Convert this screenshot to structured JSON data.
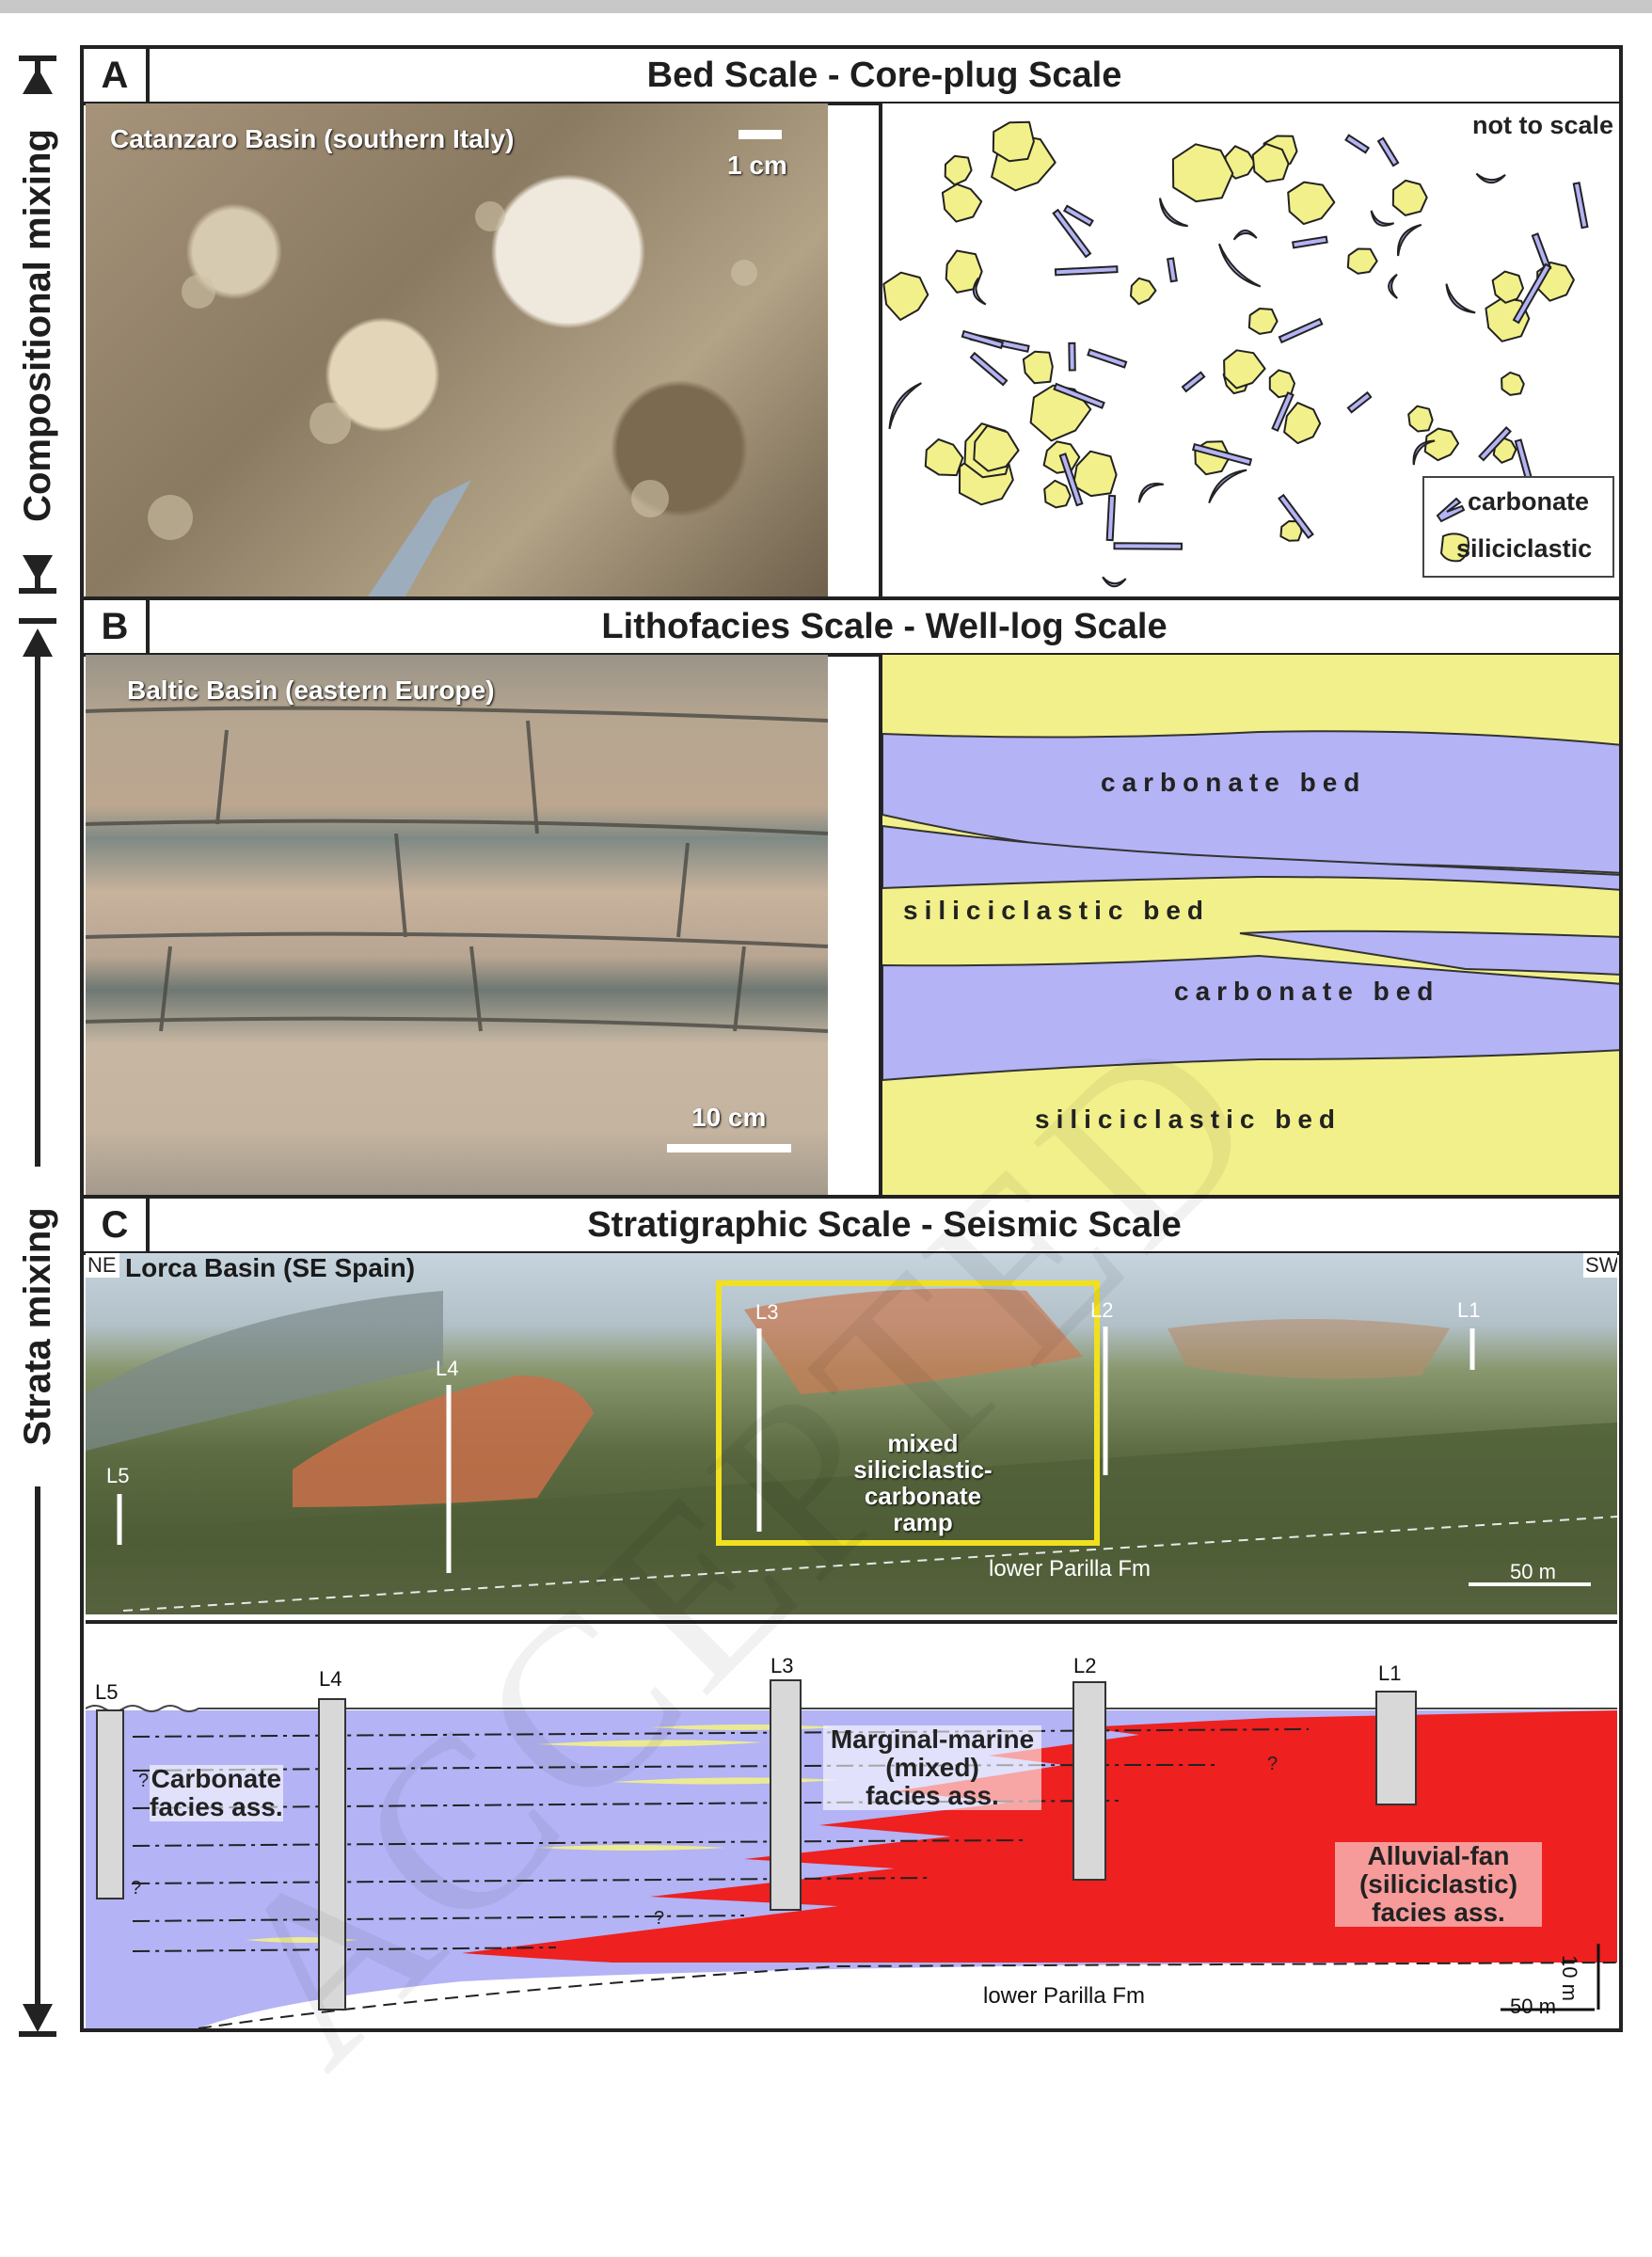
{
  "side_labels": {
    "compositional": "Compositional mixing",
    "strata": "Strata mixing"
  },
  "watermark": "ACCEPTED",
  "panel_a": {
    "letter": "A",
    "title": "Bed Scale - Core-plug Scale",
    "photo_caption": "Catanzaro Basin (southern Italy)",
    "scale_bar": "1 cm",
    "note": "not to scale",
    "legend": [
      "carbonate",
      "siliciclastic"
    ]
  },
  "panel_b": {
    "letter": "B",
    "title": "Lithofacies Scale - Well-log Scale",
    "photo_caption": "Baltic Basin (eastern Europe)",
    "scale_bar": "10 cm",
    "beds": [
      "carbonate bed",
      "siliciclastic bed",
      "carbonate bed",
      "siliciclastic bed"
    ]
  },
  "panel_c": {
    "letter": "C",
    "title": "Stratigraphic Scale - Seismic Scale",
    "photo_caption": "Lorca Basin (SE Spain)",
    "direction_left": "NE",
    "direction_right": "SW",
    "logs": [
      "L1",
      "L2",
      "L3",
      "L4",
      "L5"
    ],
    "box_label": "mixed siliciclastic-carbonate ramp",
    "box_label_lines": [
      "mixed",
      "siliciclastic-carbonate",
      "ramp"
    ],
    "formation": "lower Parilla Fm",
    "scale_photo": "50 m",
    "scale_section_h": "50 m",
    "scale_section_v": "10 m",
    "facies": {
      "carbonate": [
        "Carbonate",
        "facies ass."
      ],
      "marginal": [
        "Marginal-marine",
        "(mixed)",
        "facies ass."
      ],
      "alluvial": [
        "Alluvial-fan",
        "(siliciclastic)",
        "facies ass."
      ]
    },
    "question_mark": "?"
  },
  "colors": {
    "carbonate": "#b3b3f5",
    "siliciclastic": "#f2f08a",
    "alluvial": "#ee2020",
    "frame": "#222222",
    "box": "#f0e020"
  }
}
